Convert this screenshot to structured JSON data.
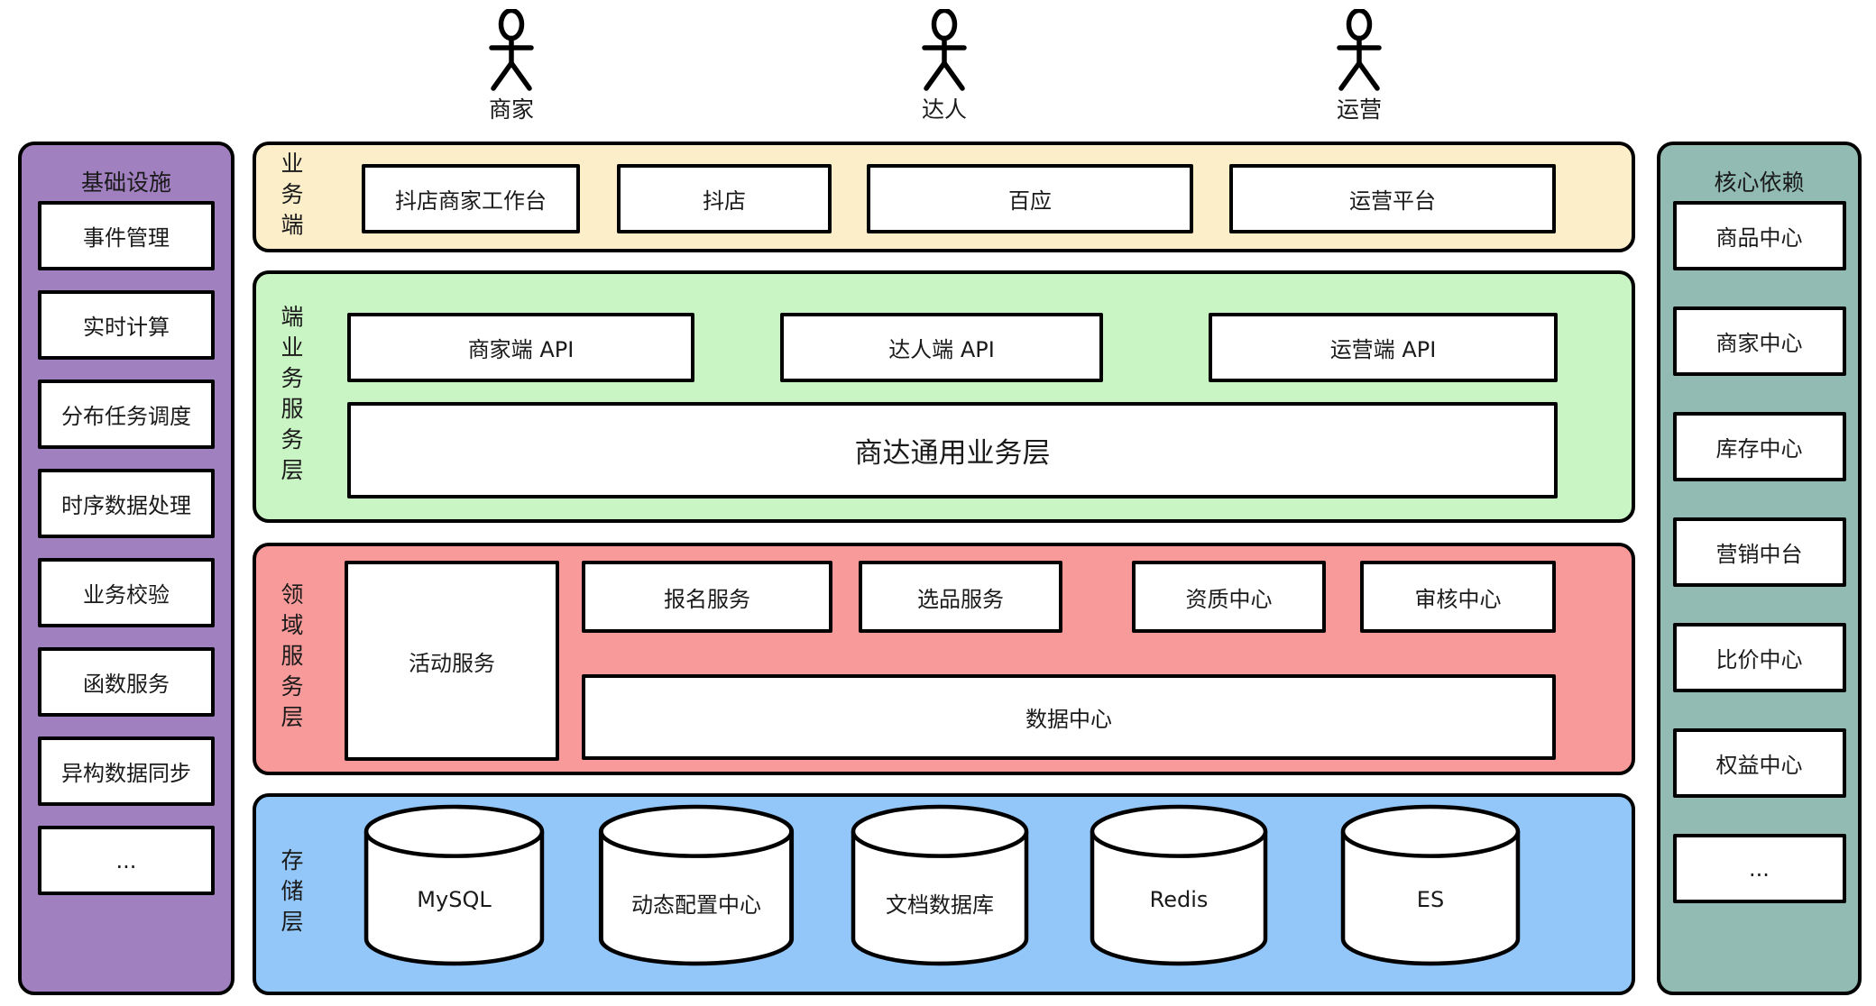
{
  "actors": [
    {
      "label": "商家"
    },
    {
      "label": "达人"
    },
    {
      "label": "运营"
    }
  ],
  "left_panel": {
    "title": "基础设施",
    "items": [
      "事件管理",
      "实时计算",
      "分布任务调度",
      "时序数据处理",
      "业务校验",
      "函数服务",
      "异构数据同步",
      "..."
    ]
  },
  "right_panel": {
    "title": "核心依赖",
    "items": [
      "商品中心",
      "商家中心",
      "库存中心",
      "营销中台",
      "比价中心",
      "权益中心",
      "..."
    ]
  },
  "layers": {
    "business_client": {
      "label": "业务端",
      "boxes": [
        "抖店商家工作台",
        "抖店",
        "百应",
        "运营平台"
      ]
    },
    "client_service": {
      "label": "端业务服务层",
      "api_boxes": [
        "商家端 API",
        "达人端 API",
        "运营端 API"
      ],
      "common_box": "商达通用业务层"
    },
    "domain_service": {
      "label": "领域服务层",
      "tall_box": "活动服务",
      "boxes": [
        "报名服务",
        "选品服务",
        "资质中心",
        "审核中心"
      ],
      "wide_box": "数据中心"
    },
    "storage": {
      "label": "存储层",
      "databases": [
        "MySQL",
        "动态配置中心",
        "文档数据库",
        "Redis",
        "ES"
      ]
    }
  },
  "colors": {
    "infrastructure_panel": "#a180c0",
    "core_dependency_panel": "#92bcb3",
    "business_client_layer": "#fbeec9",
    "client_service_layer": "#c9f4c3",
    "domain_service_layer": "#f99a9a",
    "storage_layer": "#93c7f9",
    "box_fill": "#ffffff",
    "border": "#000000"
  }
}
